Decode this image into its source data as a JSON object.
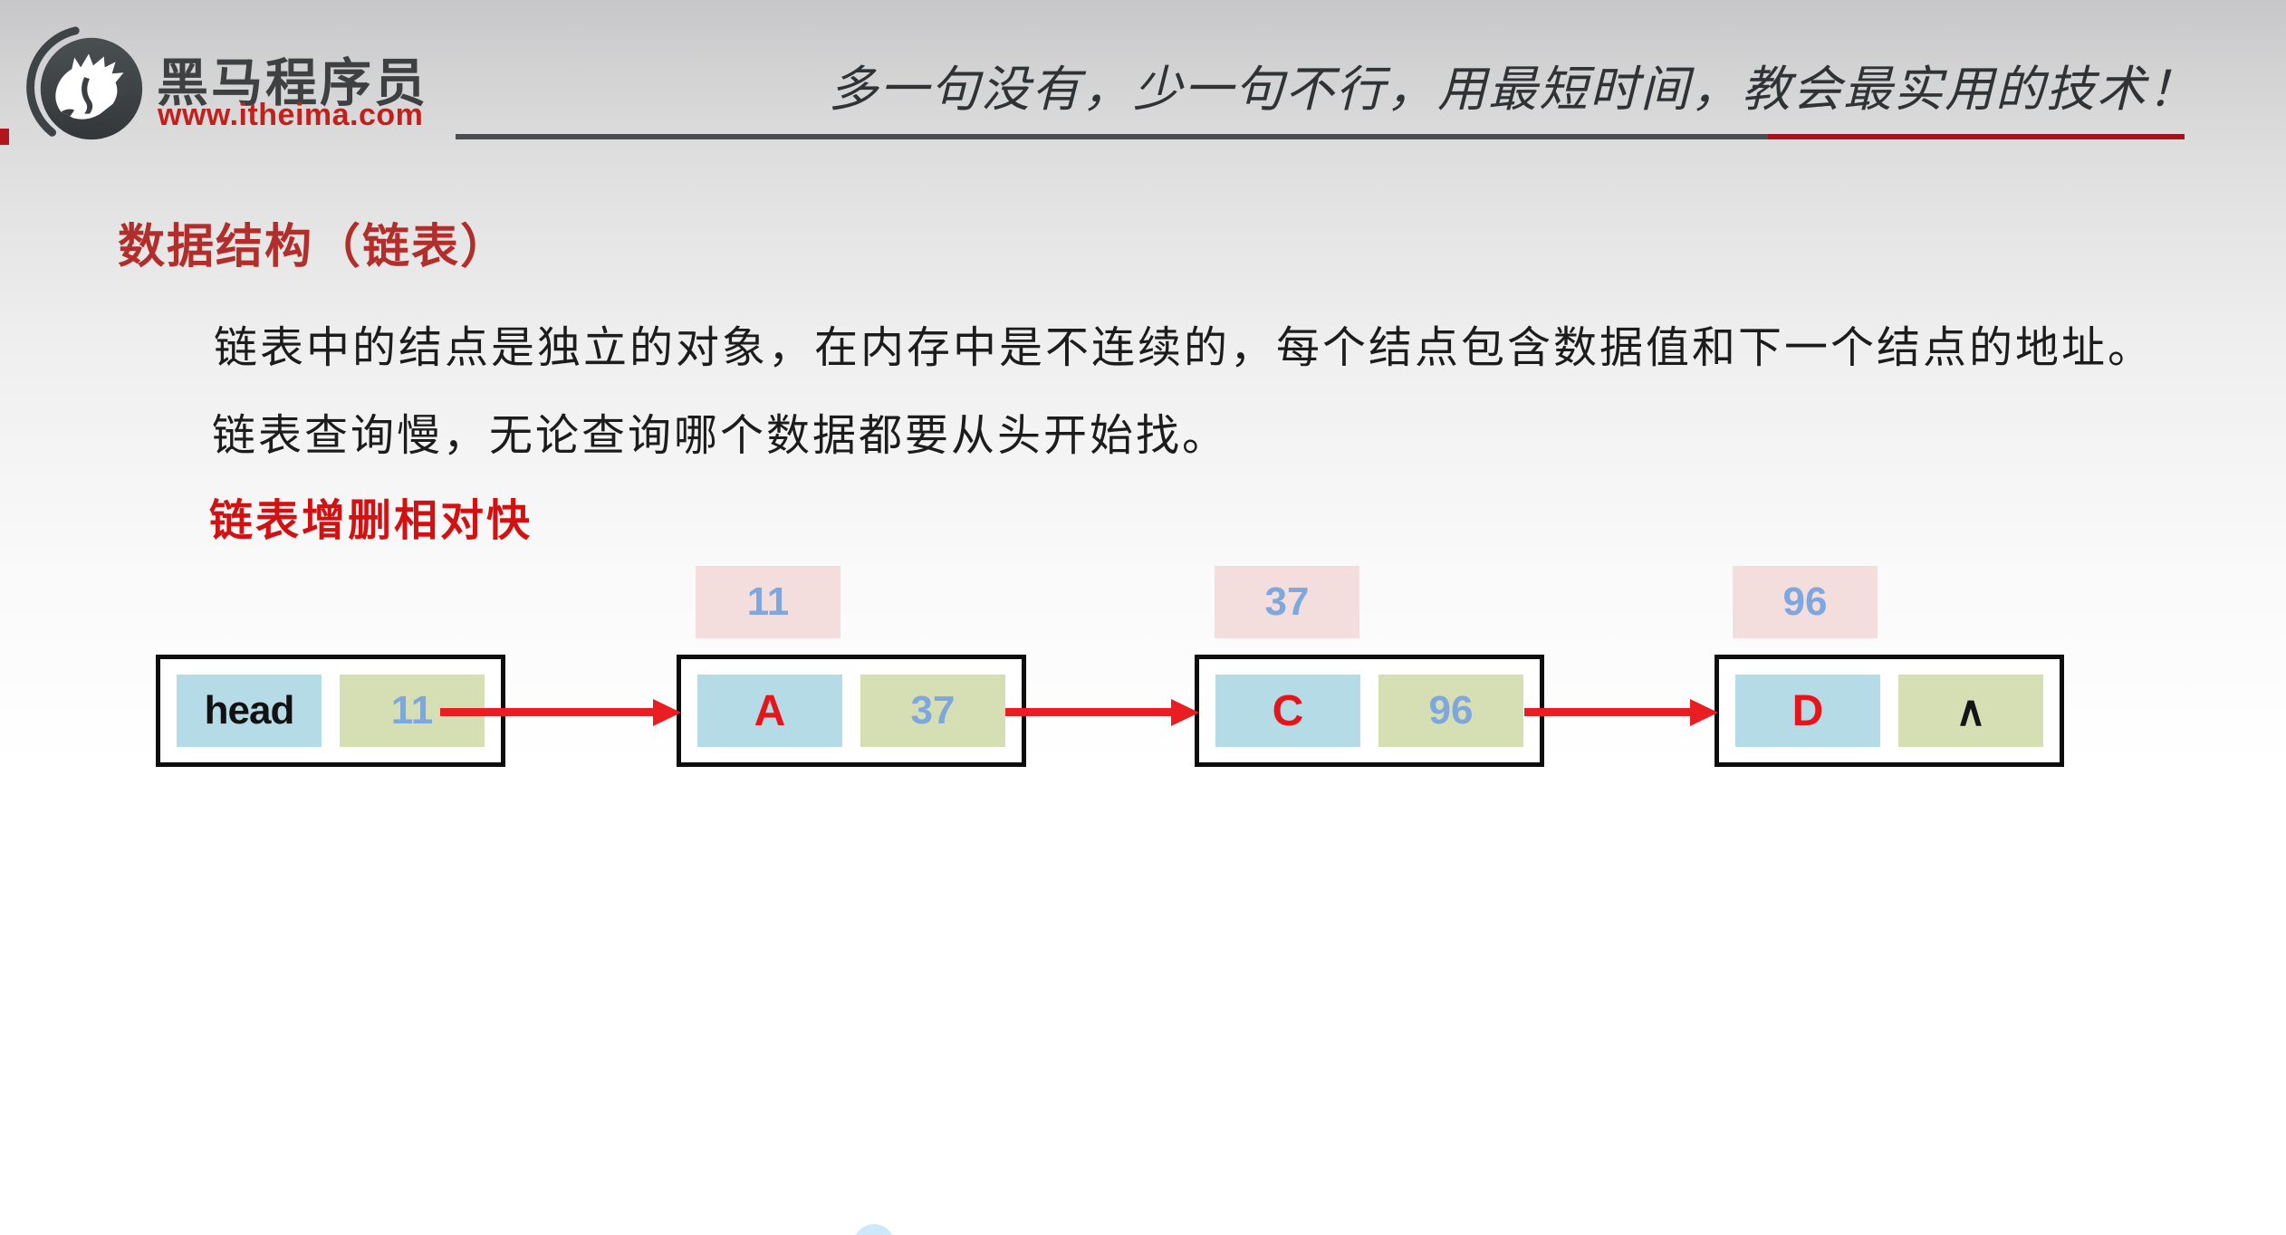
{
  "header": {
    "brand": "黑马程序员",
    "url": "www.itheima.com",
    "slogan": "多一句没有，少一句不行，用最短时间，教会最实用的技术！"
  },
  "title": "数据结构（链表）",
  "paragraphs": {
    "p1": "链表中的结点是独立的对象，在内存中是不连续的，每个结点包含数据值和下一个结点的地址。",
    "p2": "链表查询慢，无论查询哪个数据都要从头开始找。",
    "p3": "链表增删相对快"
  },
  "diagram": {
    "nodes": [
      {
        "value": "head",
        "next": "11",
        "address": ""
      },
      {
        "value": "A",
        "next": "37",
        "address": "11"
      },
      {
        "value": "C",
        "next": "96",
        "address": "37"
      },
      {
        "value": "D",
        "next": "∧",
        "address": "96"
      }
    ]
  },
  "colors": {
    "title_red": "#b22e2b",
    "emphasis_red": "#d21112",
    "url_red": "#c1201d",
    "rule_gray": "#4a4d50",
    "rule_red": "#a5121d",
    "cell_blue": "#b5dbe6",
    "cell_green": "#d6dfb3",
    "address_pink": "#f3dedd",
    "number_blue": "#7ea7dd",
    "letter_red": "#e4161c",
    "arrow_red": "#e91d22"
  }
}
